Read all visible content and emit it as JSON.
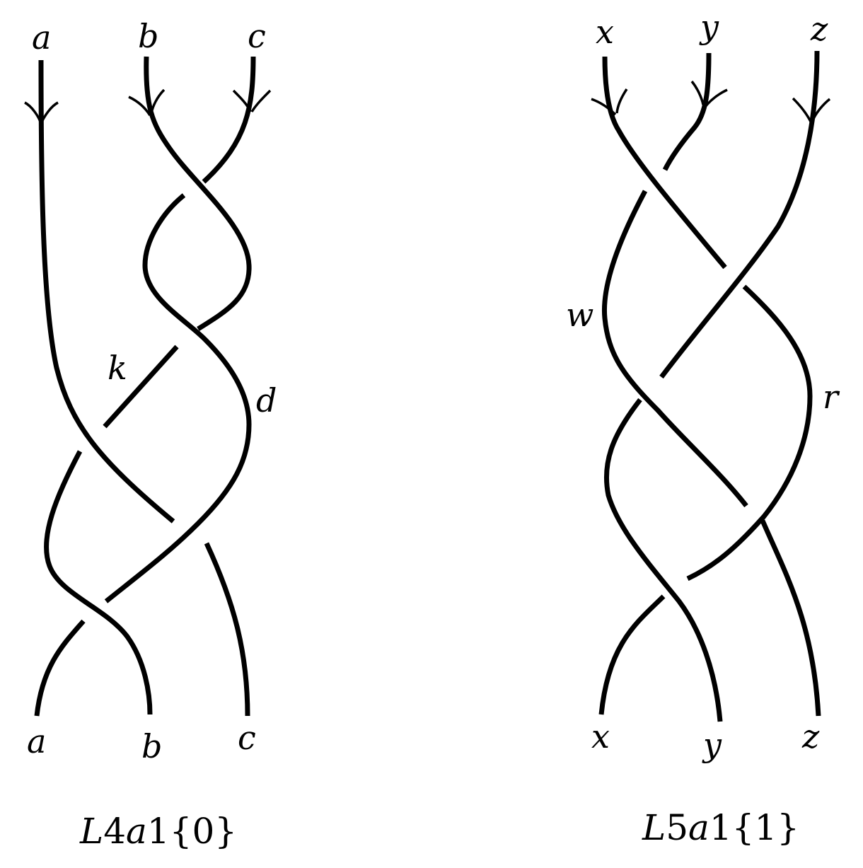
{
  "figure": {
    "stroke_color": "#000000",
    "background": "#ffffff",
    "left_diagram": {
      "caption": {
        "L": "L",
        "num": "4",
        "a": "a",
        "one": "1",
        "brace": "{0}"
      },
      "top_labels": [
        "a",
        "b",
        "c"
      ],
      "bottom_labels": [
        "a",
        "b",
        "c"
      ],
      "strand_labels": {
        "k": "k",
        "d": "d"
      },
      "crossings": 5,
      "strands": 3
    },
    "right_diagram": {
      "caption": {
        "L": "L",
        "num": "5",
        "a": "a",
        "one": "1",
        "brace": "{1}"
      },
      "top_labels": [
        "x",
        "y",
        "z"
      ],
      "bottom_labels": [
        "x",
        "y",
        "z"
      ],
      "strand_labels": {
        "w": "w",
        "r": "r"
      },
      "crossings": 5,
      "strands": 3
    }
  }
}
